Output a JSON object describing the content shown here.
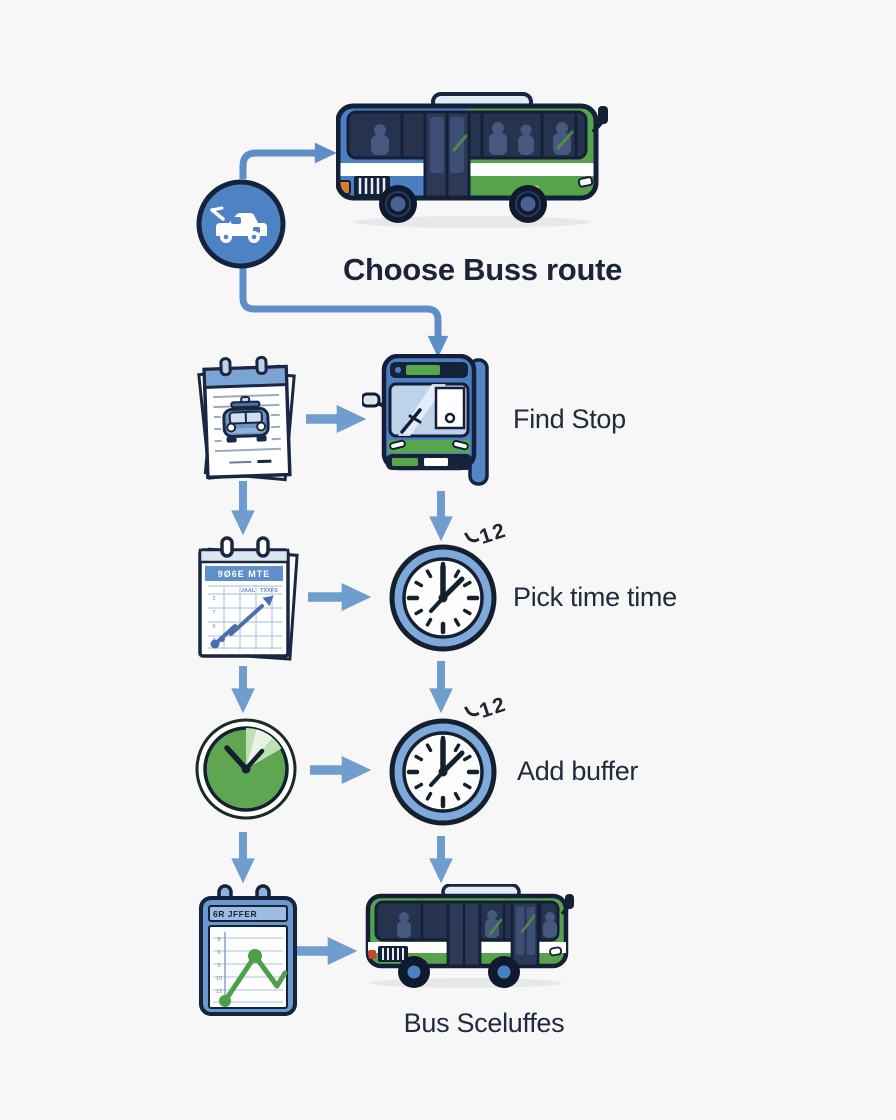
{
  "background": "#f7f7f8",
  "colors": {
    "outline_navy": "#141f38",
    "arrow_blue": "#6f9dce",
    "connector_blue": "#5f8ec7",
    "bus_blue": "#4a80c2",
    "bus_green": "#55a34b",
    "clock_ring_blue": "#7fa9da",
    "clock_face_green": "#5fa653",
    "pad_frame_blue": "#6b97cd",
    "chart_green": "#4f9e4a",
    "chart_blue": "#4a6fae",
    "text_dark": "#1f2a44"
  },
  "labels": {
    "step1": "Choose Buss route",
    "step2": "Find Stop",
    "step3": "Pick time time",
    "step4": "Add buffer",
    "step5": "Bus Sceluffes"
  },
  "icon_texts": {
    "schedule_pad_header": "9Ø6E MTE",
    "schedule_pad_col1": "JAAL",
    "schedule_pad_col2": "TXXFS",
    "schedule_pad_yticks": [
      "2",
      "7",
      "6",
      "8"
    ],
    "clock_note_1": "12",
    "clock_note_2": "12",
    "buffer_pad_header": "6R JFFER",
    "buffer_pad_yticks": [
      "8",
      "6",
      "5",
      "10",
      "12"
    ]
  }
}
